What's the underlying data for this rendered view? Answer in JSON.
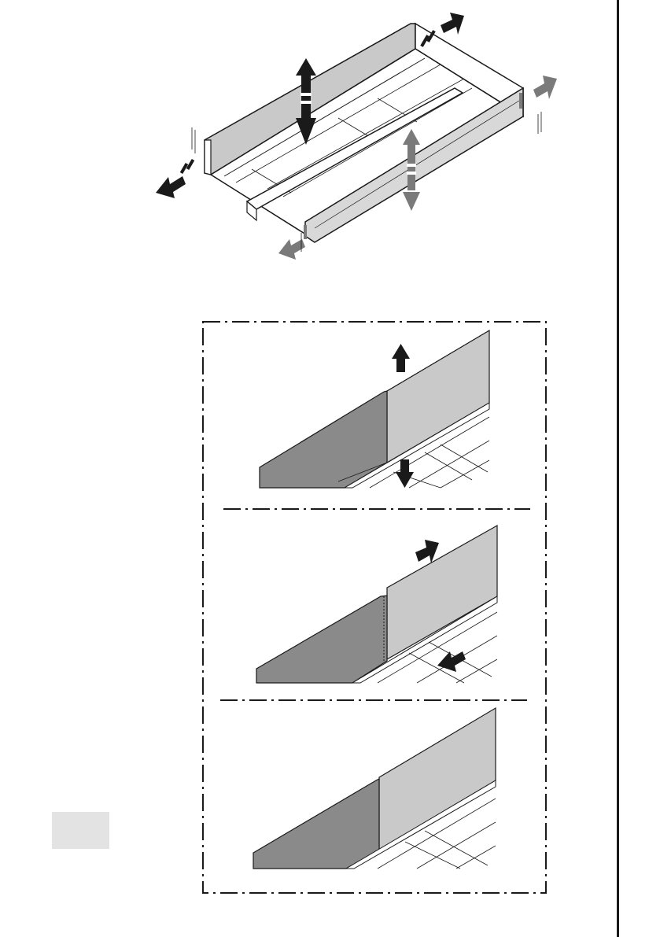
{
  "document": {
    "type": "assembly-instruction-page",
    "figures": [
      {
        "id": "overview",
        "icon": "double-arrow-icon"
      },
      {
        "id": "detail-step-1",
        "icon": "vertical-arrow-icon"
      },
      {
        "id": "detail-step-2",
        "icon": "slide-arrow-icon"
      },
      {
        "id": "detail-step-3",
        "icon": "none"
      }
    ]
  },
  "colors": {
    "ink": "#1a1a1a",
    "panel_dark": "#8a8a8a",
    "panel_light": "#c9c9c9",
    "arrow_dark": "#1a1a1a",
    "arrow_grey": "#7a7a7a",
    "tab": "#e3e3e3"
  }
}
